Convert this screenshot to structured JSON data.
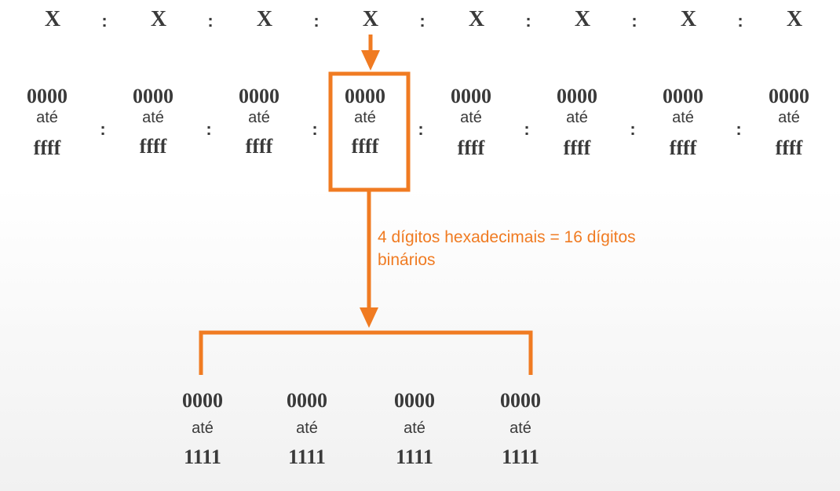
{
  "top_row": {
    "groups": [
      "X",
      "X",
      "X",
      "X",
      "X",
      "X",
      "X",
      "X"
    ],
    "separator": ":"
  },
  "hex_row": {
    "groups": [
      {
        "from": "0000",
        "to_word": "até",
        "to": "ffff"
      },
      {
        "from": "0000",
        "to_word": "até",
        "to": "ffff"
      },
      {
        "from": "0000",
        "to_word": "até",
        "to": "ffff"
      },
      {
        "from": "0000",
        "to_word": "até",
        "to": "ffff"
      },
      {
        "from": "0000",
        "to_word": "até",
        "to": "ffff"
      },
      {
        "from": "0000",
        "to_word": "até",
        "to": "ffff"
      },
      {
        "from": "0000",
        "to_word": "até",
        "to": "ffff"
      },
      {
        "from": "0000",
        "to_word": "até",
        "to": "ffff"
      }
    ],
    "separator": ":"
  },
  "caption": {
    "line1": "4 dígitos hexadecimais = 16 dígitos",
    "line2": "binários"
  },
  "binary_row": {
    "groups": [
      {
        "from": "0000",
        "to_word": "até",
        "to": "1111"
      },
      {
        "from": "0000",
        "to_word": "até",
        "to": "1111"
      },
      {
        "from": "0000",
        "to_word": "até",
        "to": "1111"
      },
      {
        "from": "0000",
        "to_word": "até",
        "to": "1111"
      }
    ]
  },
  "colors": {
    "accent": "#f07b22",
    "text": "#3a3a3a"
  }
}
